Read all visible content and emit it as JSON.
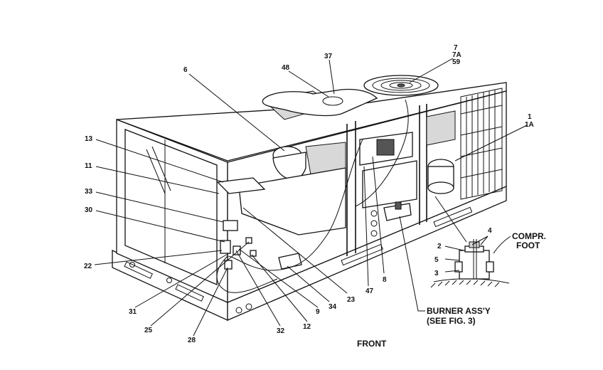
{
  "callouts": {
    "c6": "6",
    "c48": "48",
    "c37": "37",
    "c7": "7",
    "c7a": "7A",
    "c59": "59",
    "c1": "1",
    "c1a": "1A",
    "c13": "13",
    "c11": "11",
    "c33": "33",
    "c30": "30",
    "c22": "22",
    "c31": "31",
    "c25": "25",
    "c28": "28",
    "c32": "32",
    "c12": "12",
    "c9": "9",
    "c34": "34",
    "c23": "23",
    "c47": "47",
    "c8": "8",
    "d2": "2",
    "d4": "4",
    "d5": "5",
    "d3": "3"
  },
  "labels": {
    "compr_1": "COMPR.",
    "compr_2": "FOOT",
    "burner_1": "BURNER ASS'Y",
    "burner_2": "(SEE FIG. 3)",
    "front": "FRONT"
  }
}
